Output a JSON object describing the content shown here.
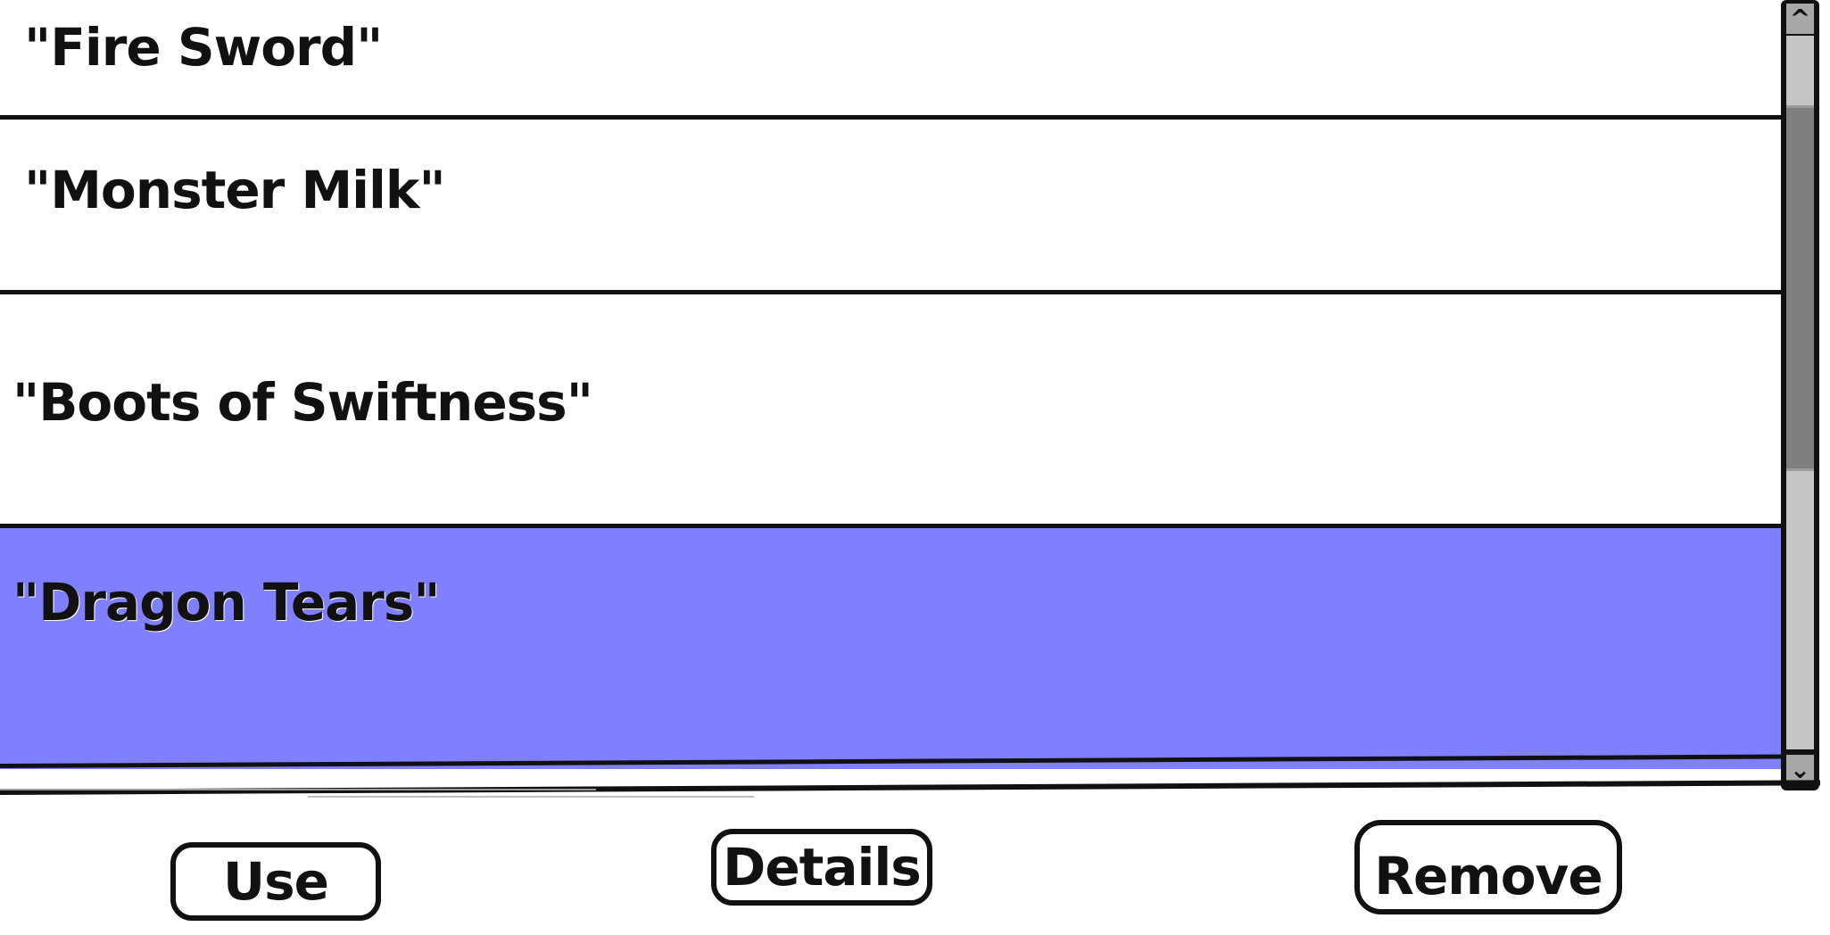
{
  "inventory": {
    "items": [
      {
        "label": "\"Fire Sword\"",
        "selected": false
      },
      {
        "label": "\"Monster Milk\"",
        "selected": false
      },
      {
        "label": "\"Boots of Swiftness\"",
        "selected": false
      },
      {
        "label": "\"Dragon Tears\"",
        "selected": true
      }
    ],
    "selected_color": "#8080ff"
  },
  "scrollbar": {
    "up_icon": "chevron-up-icon",
    "down_icon": "chevron-down-icon"
  },
  "actions": {
    "use_label": "Use",
    "details_label": "Details",
    "remove_label": "Remove"
  }
}
